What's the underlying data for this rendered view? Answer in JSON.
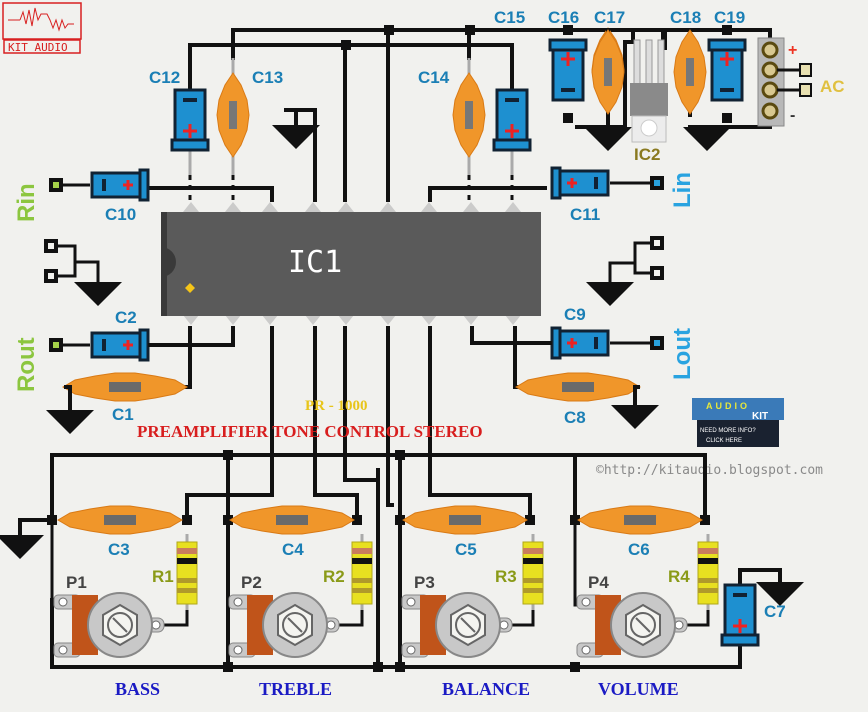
{
  "logo": {
    "text": "KIT AUDIO"
  },
  "title": {
    "model": "PR - 1000",
    "name": "PREAMPLIFIER TONE CONTROL STEREO"
  },
  "ic": {
    "main": "IC1",
    "regulator": "IC2"
  },
  "ports": {
    "rin": "Rin",
    "rout": "Rout",
    "lin": "Lin",
    "lout": "Lout",
    "ac": "AC",
    "plus": "+",
    "minus": "-"
  },
  "capacitors": {
    "c1": "C1",
    "c2": "C2",
    "c3": "C3",
    "c4": "C4",
    "c5": "C5",
    "c6": "C6",
    "c7": "C7",
    "c8": "C8",
    "c9": "C9",
    "c10": "C10",
    "c11": "C11",
    "c12": "C12",
    "c13": "C13",
    "c14": "C14",
    "c15": "C15",
    "c16": "C16",
    "c17": "C17",
    "c18": "C18",
    "c19": "C19"
  },
  "resistors": {
    "r1": "R1",
    "r2": "R2",
    "r3": "R3",
    "r4": "R4"
  },
  "pots": {
    "p1": "P1",
    "p2": "P2",
    "p3": "P3",
    "p4": "P4"
  },
  "controls": {
    "bass": "BASS",
    "treble": "TREBLE",
    "balance": "BALANCE",
    "volume": "VOLUME"
  },
  "badge": {
    "audio": "AUDIO",
    "kit": "KIT",
    "line1": "NEED MORE INFO?",
    "line2": "CLICK HERE"
  },
  "url": "©http://kitaudio.blogspot.com",
  "colors": {
    "wire": "#111111",
    "electrolytic": "#1e90d0",
    "ceramic": "#f0962a",
    "ic_body": "#5a5a5a",
    "title_red": "#d81e1e",
    "control_blue": "#1b1bc4"
  }
}
